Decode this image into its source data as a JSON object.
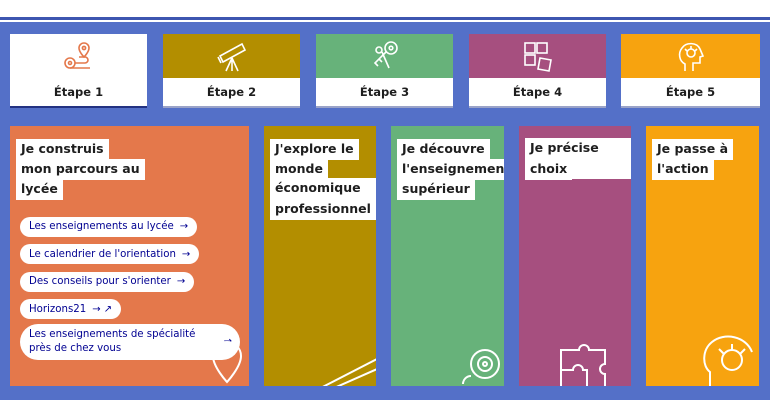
{
  "tabs": [
    {
      "label": "Étape 1",
      "color": "#ffffff",
      "icon": "map-route-icon",
      "active": true
    },
    {
      "label": "Étape 2",
      "color": "#b38e00",
      "icon": "telescope-icon",
      "active": false
    },
    {
      "label": "Étape 3",
      "color": "#67b27a",
      "icon": "keys-icon",
      "active": false
    },
    {
      "label": "Étape 4",
      "color": "#a64f7f",
      "icon": "puzzle-icon",
      "active": false
    },
    {
      "label": "Étape 5",
      "color": "#f7a30f",
      "icon": "head-bulb-icon",
      "active": false
    }
  ],
  "cards": [
    {
      "title_lines": [
        "Je construis",
        "mon parcours au",
        "lycée"
      ],
      "color": "#e4784b",
      "icon": "map-pin-icon"
    },
    {
      "title_lines": [
        "J'explore le",
        "monde",
        "économique et",
        "professionnel"
      ],
      "color": "#b38e00",
      "icon": "telescope-icon"
    },
    {
      "title_lines": [
        "Je découvre",
        "l'enseignement",
        "supérieur"
      ],
      "color": "#67b27a",
      "icon": "keys-icon"
    },
    {
      "title_lines": [
        "Je précise mes",
        "choix"
      ],
      "color": "#a64f7f",
      "icon": "puzzle-icon"
    },
    {
      "title_lines": [
        "Je passe à",
        "l'action"
      ],
      "color": "#f7a30f",
      "icon": "head-bulb-icon"
    }
  ],
  "links": [
    {
      "label": "Les enseignements au lycée",
      "arrow": "→"
    },
    {
      "label": "Le calendrier de l'orientation",
      "arrow": "→"
    },
    {
      "label": "Des conseils pour s'orienter",
      "arrow": "→"
    },
    {
      "label": "Horizons21",
      "arrow": "→ ↗"
    },
    {
      "label": "Les enseignements de spécialité près de chez vous",
      "arrow": "→"
    }
  ]
}
